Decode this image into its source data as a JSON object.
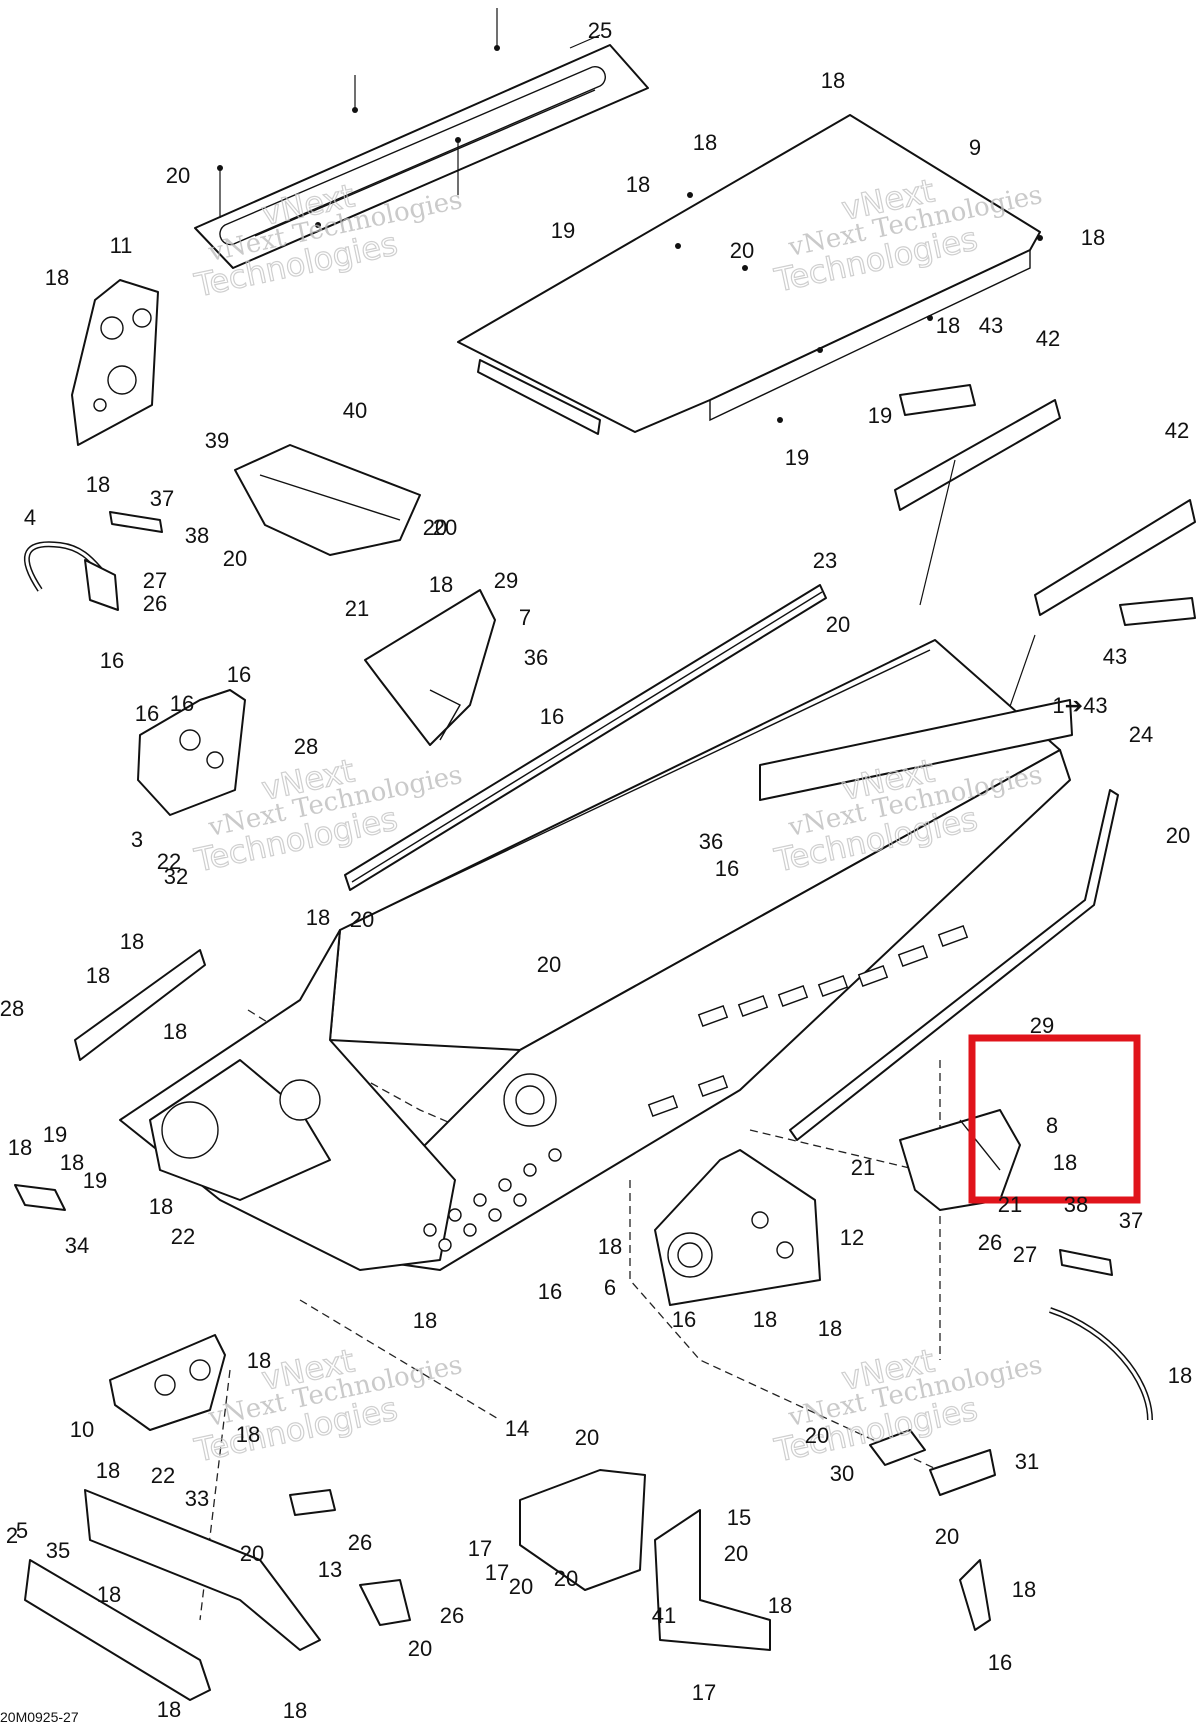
{
  "figure_code": "20M0925-27",
  "highlight": {
    "color": "#e0141b",
    "parts": [
      "29",
      "8",
      "18"
    ]
  },
  "watermarks": [
    {
      "line1": "vNext",
      "line2": "vNext Technologies",
      "line3": "Technologies"
    },
    {
      "line1": "vNext",
      "line2": "vNext Technologies",
      "line3": "Technologies"
    },
    {
      "line1": "vNext",
      "line2": "vNext Technologies",
      "line3": "Technologies"
    },
    {
      "line1": "vNext",
      "line2": "vNext Technologies",
      "line3": "Technologies"
    },
    {
      "line1": "vNext",
      "line2": "vNext Technologies",
      "line3": "Technologies"
    },
    {
      "line1": "vNext",
      "line2": "vNext Technologies",
      "line3": "Technologies"
    }
  ],
  "callouts": [
    "25",
    "18",
    "18",
    "9",
    "18",
    "20",
    "19",
    "20",
    "18",
    "11",
    "18",
    "18",
    "18",
    "43",
    "42",
    "19",
    "19",
    "20",
    "42",
    "43",
    "40",
    "39",
    "37",
    "38",
    "4",
    "27",
    "26",
    "16",
    "20",
    "20",
    "18",
    "29",
    "7",
    "21",
    "23",
    "20",
    "36",
    "16",
    "16",
    "16",
    "16",
    "28",
    "3",
    "22",
    "1➔43",
    "24",
    "20",
    "36",
    "16",
    "18",
    "32",
    "20",
    "20",
    "18",
    "18",
    "28",
    "18",
    "29",
    "8",
    "21",
    "18",
    "21",
    "38",
    "37",
    "19",
    "18",
    "18",
    "19",
    "34",
    "18",
    "22",
    "18",
    "12",
    "26",
    "27",
    "16",
    "6",
    "18",
    "16",
    "18",
    "18",
    "18",
    "5",
    "18",
    "10",
    "18",
    "22",
    "18",
    "14",
    "20",
    "20",
    "30",
    "31",
    "20",
    "17",
    "20",
    "13",
    "20",
    "26",
    "17",
    "20",
    "15",
    "20",
    "18",
    "41",
    "16",
    "18",
    "2",
    "35",
    "33",
    "18",
    "20",
    "26",
    "17",
    "18",
    "18"
  ]
}
